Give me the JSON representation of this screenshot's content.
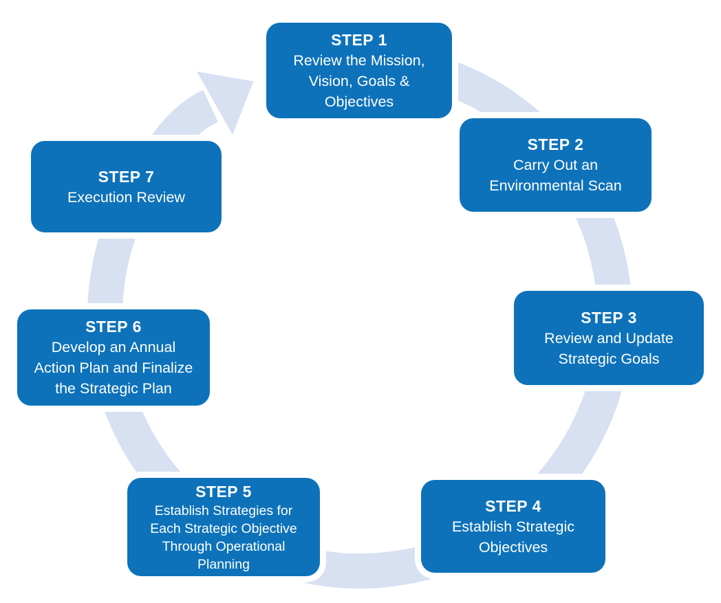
{
  "diagram": {
    "colors": {
      "box": "#0d72ba",
      "ring": "#d8e1f2",
      "text": "#ffffff"
    },
    "steps": [
      {
        "label": "STEP 1",
        "text": "Review the Mission,\nVision, Goals &\nObjectives"
      },
      {
        "label": "STEP 2",
        "text": "Carry Out an\nEnvironmental Scan"
      },
      {
        "label": "STEP 3",
        "text": "Review and Update\nStrategic Goals"
      },
      {
        "label": "STEP 4",
        "text": "Establish Strategic\nObjectives"
      },
      {
        "label": "STEP 5",
        "text": "Establish Strategies for\nEach Strategic Objective\nThrough Operational\nPlanning"
      },
      {
        "label": "STEP 6",
        "text": "Develop an Annual\nAction Plan and Finalize\nthe Strategic Plan"
      },
      {
        "label": "STEP 7",
        "text": "Execution Review"
      }
    ]
  }
}
